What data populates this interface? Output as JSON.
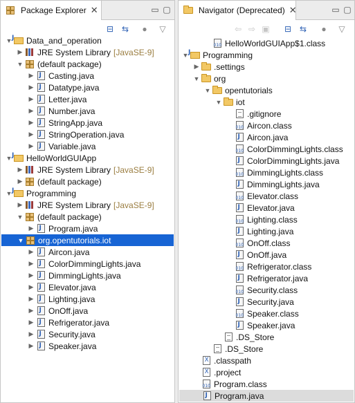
{
  "package_explorer": {
    "title": "Package Explorer",
    "close_glyph": "✕",
    "toolbar": {
      "collapse_icon": "collapse-all-icon",
      "link_icon": "link-with-editor-icon",
      "focus_icon": "focus-icon",
      "menu_icon": "view-menu-icon"
    },
    "rows": [
      {
        "level": 0,
        "expanded": true,
        "icon": "project",
        "label": "Data_and_operation"
      },
      {
        "level": 1,
        "expanded": false,
        "icon": "library",
        "label": "JRE System Library",
        "suffix": "[JavaSE-9]"
      },
      {
        "level": 1,
        "expanded": true,
        "icon": "package",
        "label": "(default package)"
      },
      {
        "level": 2,
        "expanded": false,
        "icon": "java",
        "label": "Casting.java"
      },
      {
        "level": 2,
        "expanded": false,
        "icon": "java",
        "label": "Datatype.java"
      },
      {
        "level": 2,
        "expanded": false,
        "icon": "java",
        "label": "Letter.java"
      },
      {
        "level": 2,
        "expanded": false,
        "icon": "java",
        "label": "Number.java"
      },
      {
        "level": 2,
        "expanded": false,
        "icon": "java",
        "label": "StringApp.java"
      },
      {
        "level": 2,
        "expanded": false,
        "icon": "java",
        "label": "StringOperation.java"
      },
      {
        "level": 2,
        "expanded": false,
        "icon": "java",
        "label": "Variable.java"
      },
      {
        "level": 0,
        "expanded": true,
        "icon": "project",
        "label": "HelloWorldGUIApp"
      },
      {
        "level": 1,
        "expanded": false,
        "icon": "library",
        "label": "JRE System Library",
        "suffix": "[JavaSE-9]"
      },
      {
        "level": 1,
        "expanded": false,
        "icon": "package",
        "label": "(default package)"
      },
      {
        "level": 0,
        "expanded": true,
        "icon": "project",
        "label": "Programming"
      },
      {
        "level": 1,
        "expanded": false,
        "icon": "library",
        "label": "JRE System Library",
        "suffix": "[JavaSE-9]"
      },
      {
        "level": 1,
        "expanded": true,
        "icon": "package",
        "label": "(default package)"
      },
      {
        "level": 2,
        "expanded": false,
        "icon": "java",
        "label": "Program.java"
      },
      {
        "level": 1,
        "expanded": true,
        "icon": "package",
        "label": "org.opentutorials.iot",
        "selected": true
      },
      {
        "level": 2,
        "expanded": false,
        "icon": "java",
        "label": "Aircon.java"
      },
      {
        "level": 2,
        "expanded": false,
        "icon": "java",
        "label": "ColorDimmingLights.java"
      },
      {
        "level": 2,
        "expanded": false,
        "icon": "java",
        "label": "DimmingLights.java"
      },
      {
        "level": 2,
        "expanded": false,
        "icon": "java",
        "label": "Elevator.java"
      },
      {
        "level": 2,
        "expanded": false,
        "icon": "java",
        "label": "Lighting.java"
      },
      {
        "level": 2,
        "expanded": false,
        "icon": "java",
        "label": "OnOff.java"
      },
      {
        "level": 2,
        "expanded": false,
        "icon": "java",
        "label": "Refrigerator.java"
      },
      {
        "level": 2,
        "expanded": false,
        "icon": "java",
        "label": "Security.java"
      },
      {
        "level": 2,
        "expanded": false,
        "icon": "java",
        "label": "Speaker.java"
      }
    ]
  },
  "navigator": {
    "title": "Navigator (Deprecated)",
    "close_glyph": "✕",
    "toolbar": {
      "back_icon": "back-arrow-icon",
      "forward_icon": "forward-arrow-icon",
      "up_icon": "up-icon",
      "collapse_icon": "collapse-all-icon",
      "link_icon": "link-with-editor-icon",
      "focus_icon": "focus-icon",
      "menu_icon": "view-menu-icon"
    },
    "rows": [
      {
        "level": 2,
        "icon": "class",
        "label": "HelloWorldGUIApp$1.class"
      },
      {
        "level": 0,
        "expanded": true,
        "icon": "project",
        "label": "Programming"
      },
      {
        "level": 1,
        "expanded": false,
        "icon": "folder",
        "label": ".settings"
      },
      {
        "level": 1,
        "expanded": true,
        "icon": "folder",
        "label": "org"
      },
      {
        "level": 2,
        "expanded": true,
        "icon": "folder",
        "label": "opentutorials"
      },
      {
        "level": 3,
        "expanded": true,
        "icon": "folder",
        "label": "iot"
      },
      {
        "level": 4,
        "icon": "text",
        "label": ".gitignore"
      },
      {
        "level": 4,
        "icon": "class",
        "label": "Aircon.class"
      },
      {
        "level": 4,
        "icon": "java",
        "label": "Aircon.java"
      },
      {
        "level": 4,
        "icon": "class",
        "label": "ColorDimmingLights.class"
      },
      {
        "level": 4,
        "icon": "java",
        "label": "ColorDimmingLights.java"
      },
      {
        "level": 4,
        "icon": "class",
        "label": "DimmingLights.class"
      },
      {
        "level": 4,
        "icon": "java",
        "label": "DimmingLights.java"
      },
      {
        "level": 4,
        "icon": "class",
        "label": "Elevator.class"
      },
      {
        "level": 4,
        "icon": "java",
        "label": "Elevator.java"
      },
      {
        "level": 4,
        "icon": "class",
        "label": "Lighting.class"
      },
      {
        "level": 4,
        "icon": "java",
        "label": "Lighting.java"
      },
      {
        "level": 4,
        "icon": "class",
        "label": "OnOff.class"
      },
      {
        "level": 4,
        "icon": "java",
        "label": "OnOff.java"
      },
      {
        "level": 4,
        "icon": "class",
        "label": "Refrigerator.class"
      },
      {
        "level": 4,
        "icon": "java",
        "label": "Refrigerator.java"
      },
      {
        "level": 4,
        "icon": "class",
        "label": "Security.class"
      },
      {
        "level": 4,
        "icon": "java",
        "label": "Security.java"
      },
      {
        "level": 4,
        "icon": "class",
        "label": "Speaker.class"
      },
      {
        "level": 4,
        "icon": "java",
        "label": "Speaker.java"
      },
      {
        "level": 3,
        "icon": "text",
        "label": ".DS_Store"
      },
      {
        "level": 2,
        "icon": "text",
        "label": ".DS_Store"
      },
      {
        "level": 1,
        "icon": "xml",
        "label": ".classpath"
      },
      {
        "level": 1,
        "icon": "xml",
        "label": ".project"
      },
      {
        "level": 1,
        "icon": "class",
        "label": "Program.class"
      },
      {
        "level": 1,
        "icon": "java",
        "label": "Program.java",
        "hilite": true
      }
    ]
  },
  "colors": {
    "selection": "#1764d4",
    "hover": "#dcdcdc",
    "library_suffix": "#9a7d40",
    "java_blue": "#2f62b5"
  }
}
